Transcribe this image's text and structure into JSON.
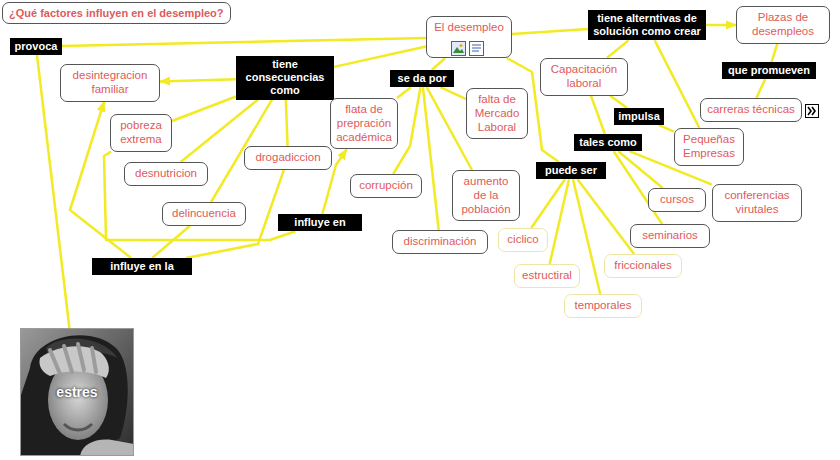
{
  "diagram": {
    "title": "¿Qué factores influyen en el desempleo?",
    "nodes": [
      {
        "text": [
          "provoca"
        ]
      },
      {
        "text": [
          "El desempleo"
        ]
      },
      {
        "text": [
          "tiene alterntivas de solución como crear"
        ]
      },
      {
        "text": [
          "Plazas de desempleos"
        ]
      },
      {
        "text": [
          "desintegracion familiar"
        ]
      },
      {
        "text": [
          "tiene consecuencias como"
        ]
      },
      {
        "text": [
          "se da por"
        ]
      },
      {
        "text": [
          "Capacitación laboral"
        ]
      },
      {
        "text": [
          "que promueven"
        ]
      },
      {
        "text": [
          "falta de Mercado Laboral"
        ]
      },
      {
        "text": [
          "flata de prepración académica"
        ]
      },
      {
        "text": [
          "carreras técnicas"
        ]
      },
      {
        "text": [
          "impulsa"
        ]
      },
      {
        "text": [
          "pobreza extrema"
        ]
      },
      {
        "text": [
          "Pequeñas Empresas"
        ]
      },
      {
        "text": [
          "tales como"
        ]
      },
      {
        "text": [
          "drogadiccion"
        ]
      },
      {
        "text": [
          "desnutricion"
        ]
      },
      {
        "text": [
          "puede ser"
        ]
      },
      {
        "text": [
          "corrupción"
        ]
      },
      {
        "text": [
          "aumento de la población"
        ]
      },
      {
        "text": [
          "conferencias virutales"
        ]
      },
      {
        "text": [
          "cursos"
        ]
      },
      {
        "text": [
          "delincuencia"
        ]
      },
      {
        "text": [
          "influye en"
        ]
      },
      {
        "text": [
          "seminarios"
        ]
      },
      {
        "text": [
          "ciclico"
        ]
      },
      {
        "text": [
          "discriminación"
        ]
      },
      {
        "text": [
          "friccionales"
        ]
      },
      {
        "text": [
          "influye en la"
        ]
      },
      {
        "text": [
          "estructiral"
        ]
      },
      {
        "text": [
          "temporales"
        ]
      },
      {
        "text": [
          "estres"
        ]
      }
    ],
    "edges": [
      {
        "from": 1,
        "to": 0,
        "arrow": "none"
      },
      {
        "from": 0,
        "to": 32,
        "arrow": "none"
      },
      {
        "from": 1,
        "to": 5,
        "arrow": "none"
      },
      {
        "from": 5,
        "to": 4,
        "arrow": "to"
      },
      {
        "from": 5,
        "to": 13,
        "arrow": "none"
      },
      {
        "from": 5,
        "to": 17,
        "arrow": "none"
      },
      {
        "from": 5,
        "to": 16,
        "arrow": "none"
      },
      {
        "from": 5,
        "to": 23,
        "arrow": "none"
      },
      {
        "from": 1,
        "to": 6,
        "arrow": "none"
      },
      {
        "from": 6,
        "to": 10,
        "arrow": "none"
      },
      {
        "from": 6,
        "to": 19,
        "arrow": "none"
      },
      {
        "from": 6,
        "to": 9,
        "arrow": "none"
      },
      {
        "from": 6,
        "to": 20,
        "arrow": "none"
      },
      {
        "from": 6,
        "to": 27,
        "arrow": "none"
      },
      {
        "from": 1,
        "to": 18,
        "arrow": "none"
      },
      {
        "from": 18,
        "to": 26,
        "arrow": "none"
      },
      {
        "from": 18,
        "to": 30,
        "arrow": "none"
      },
      {
        "from": 18,
        "to": 31,
        "arrow": "none"
      },
      {
        "from": 18,
        "to": 28,
        "arrow": "none"
      },
      {
        "from": 1,
        "to": 2,
        "arrow": "none"
      },
      {
        "from": 2,
        "to": 3,
        "arrow": "to"
      },
      {
        "from": 2,
        "to": 7,
        "arrow": "none"
      },
      {
        "from": 2,
        "to": 14,
        "arrow": "none"
      },
      {
        "from": 3,
        "to": 8,
        "arrow": "none"
      },
      {
        "from": 8,
        "to": 11,
        "arrow": "none"
      },
      {
        "from": 7,
        "to": 12,
        "arrow": "none"
      },
      {
        "from": 12,
        "to": 14,
        "arrow": "none"
      },
      {
        "from": 7,
        "to": 15,
        "arrow": "none"
      },
      {
        "from": 15,
        "to": 22,
        "arrow": "none"
      },
      {
        "from": 15,
        "to": 21,
        "arrow": "none"
      },
      {
        "from": 15,
        "to": 25,
        "arrow": "none"
      },
      {
        "from": 13,
        "to": 24,
        "arrow": "none"
      },
      {
        "from": 24,
        "to": 10,
        "arrow": "to"
      },
      {
        "from": 16,
        "to": 29,
        "arrow": "none"
      },
      {
        "from": 23,
        "to": 29,
        "arrow": "none"
      },
      {
        "from": 29,
        "to": 4,
        "arrow": "to"
      }
    ]
  }
}
